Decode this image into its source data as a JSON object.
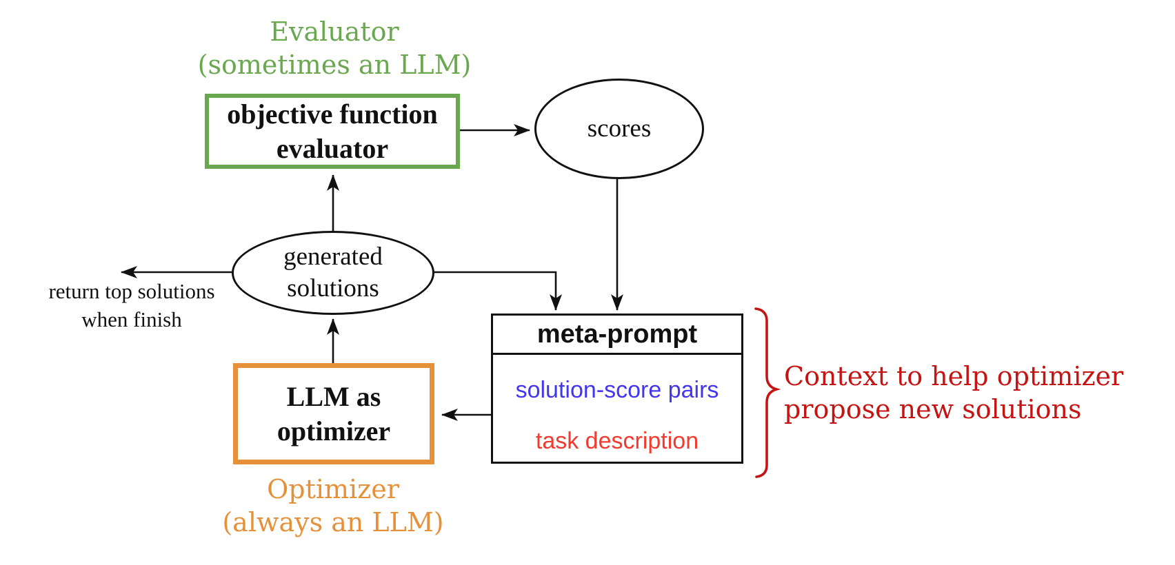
{
  "labels": {
    "evaluator_caption": {
      "line1": "Evaluator",
      "line2": "(sometimes an LLM)"
    },
    "optimizer_caption": {
      "line1": "Optimizer",
      "line2": "(always an LLM)"
    },
    "context_note": {
      "line1": "Context to help optimizer",
      "line2": "propose new solutions"
    },
    "return_note": {
      "line1": "return top solutions",
      "line2": "when finish"
    }
  },
  "nodes": {
    "evaluator_box": {
      "line1": "objective function",
      "line2": "evaluator"
    },
    "optimizer_box": {
      "line1": "LLM as",
      "line2": "optimizer"
    },
    "scores": {
      "label": "scores"
    },
    "generated": {
      "line1": "generated",
      "line2": "solutions"
    },
    "meta_prompt": {
      "header": "meta-prompt",
      "items": [
        {
          "label": "solution-score pairs",
          "color": "#4336ef"
        },
        {
          "label": "task description",
          "color": "#f23b2e"
        }
      ]
    }
  },
  "colors": {
    "evaluator_green": "#6aa84f",
    "optimizer_orange": "#e6913a",
    "annotation_red": "#c41414",
    "solution_score_blue": "#4336ef",
    "task_description_red": "#f23b2e",
    "line_black": "#111111"
  }
}
